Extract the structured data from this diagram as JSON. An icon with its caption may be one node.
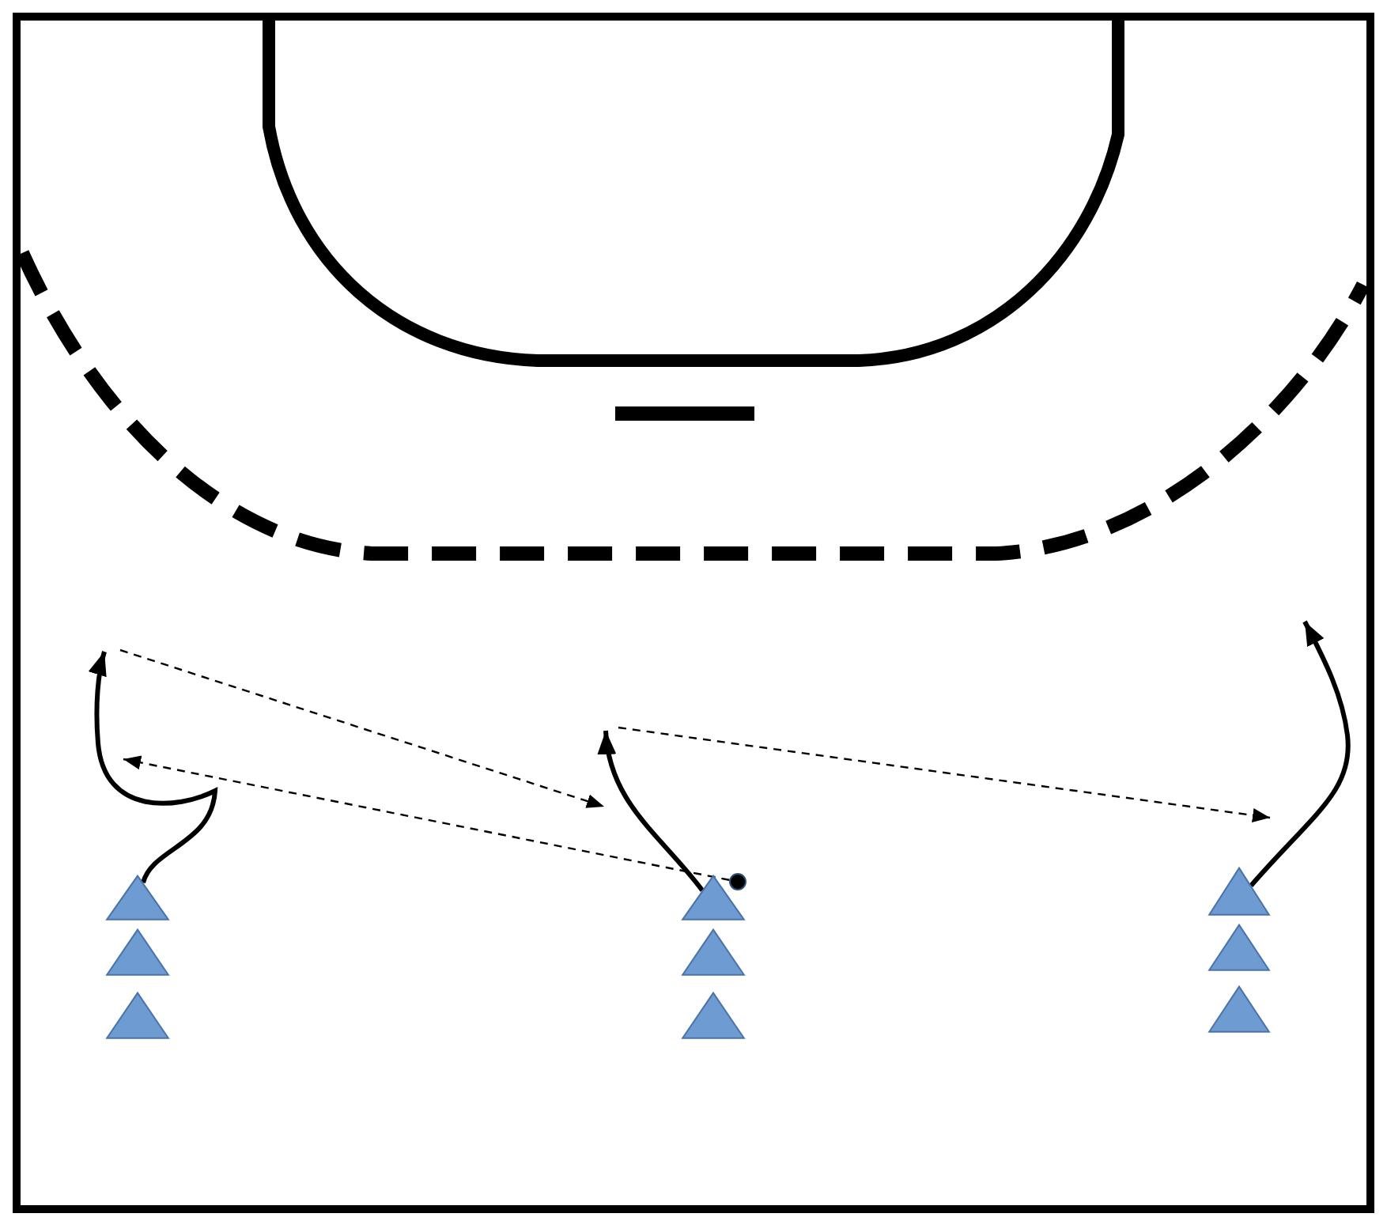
{
  "diagram": {
    "nodes": [
      {
        "text": [],
        "shape": "triangle"
      },
      {
        "text": [],
        "shape": "triangle"
      },
      {
        "text": [],
        "shape": "triangle"
      },
      {
        "text": [],
        "shape": "triangle"
      },
      {
        "text": [],
        "shape": "triangle"
      },
      {
        "text": [],
        "shape": "triangle"
      },
      {
        "text": [],
        "shape": "circle"
      },
      {
        "text": [],
        "shape": "triangle"
      },
      {
        "text": [],
        "shape": "triangle"
      },
      {
        "text": [],
        "shape": "triangle"
      }
    ],
    "edges": [
      {
        "from": 0,
        "to": null,
        "arrow": "to"
      },
      {
        "from": 3,
        "to": null,
        "arrow": "to"
      },
      {
        "from": 7,
        "to": null,
        "arrow": "to"
      },
      {
        "from": 6,
        "to": null,
        "arrow": "to",
        "style": "dashed"
      }
    ]
  }
}
